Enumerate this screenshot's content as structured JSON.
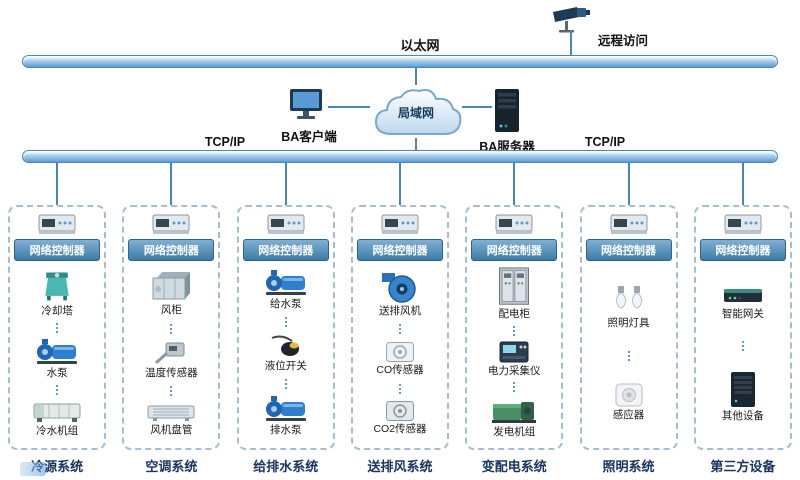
{
  "network": {
    "ethernet_label": "以太网",
    "remote_access_label": "远程访问",
    "lan_label": "局域网",
    "ba_client_label": "BA客户端",
    "ba_server_label": "BA服务器",
    "tcpip_left_label": "TCP/IP",
    "tcpip_right_label": "TCP/IP"
  },
  "columns": [
    {
      "controller_label": "网络控制器",
      "system_label": "冷源系统",
      "items": [
        {
          "icon": "cooling-tower",
          "label": "冷却塔"
        },
        {
          "icon": "water-pump",
          "label": "水泵"
        },
        {
          "icon": "chiller-unit",
          "label": "冷水机组"
        }
      ]
    },
    {
      "controller_label": "网络控制器",
      "system_label": "空调系统",
      "items": [
        {
          "icon": "air-handling-unit",
          "label": "风柜"
        },
        {
          "icon": "temperature-sensor",
          "label": "温度传感器"
        },
        {
          "icon": "fan-coil",
          "label": "风机盘管"
        }
      ]
    },
    {
      "controller_label": "网络控制器",
      "system_label": "给排水系统",
      "items": [
        {
          "icon": "supply-pump",
          "label": "给水泵"
        },
        {
          "icon": "level-switch",
          "label": "液位开关"
        },
        {
          "icon": "drain-pump",
          "label": "排水泵"
        }
      ]
    },
    {
      "controller_label": "网络控制器",
      "system_label": "送排风系统",
      "items": [
        {
          "icon": "exhaust-fan",
          "label": "送排风机"
        },
        {
          "icon": "co-sensor",
          "label": "CO传感器"
        },
        {
          "icon": "co2-sensor",
          "label": "CO2传感器"
        }
      ]
    },
    {
      "controller_label": "网络控制器",
      "system_label": "变配电系统",
      "items": [
        {
          "icon": "distribution-cabinet",
          "label": "配电柜"
        },
        {
          "icon": "power-meter",
          "label": "电力采集仪"
        },
        {
          "icon": "generator",
          "label": "发电机组"
        }
      ]
    },
    {
      "controller_label": "网络控制器",
      "system_label": "照明系统",
      "items": [
        {
          "icon": "light-fixtures",
          "label": "照明灯具"
        },
        {
          "icon": "motion-sensor",
          "label": "感应器"
        }
      ]
    },
    {
      "controller_label": "网络控制器",
      "system_label": "第三方设备",
      "items": [
        {
          "icon": "smart-gateway",
          "label": "智能网关"
        },
        {
          "icon": "other-devices",
          "label": "其他设备"
        }
      ]
    }
  ],
  "colors": {
    "bus_fill": "#5b9bd5",
    "line": "#4a86b8",
    "controller_bar": "#3c7ca8",
    "dashed_border": "#a3bdd2",
    "system_label_text": "#16345f"
  }
}
